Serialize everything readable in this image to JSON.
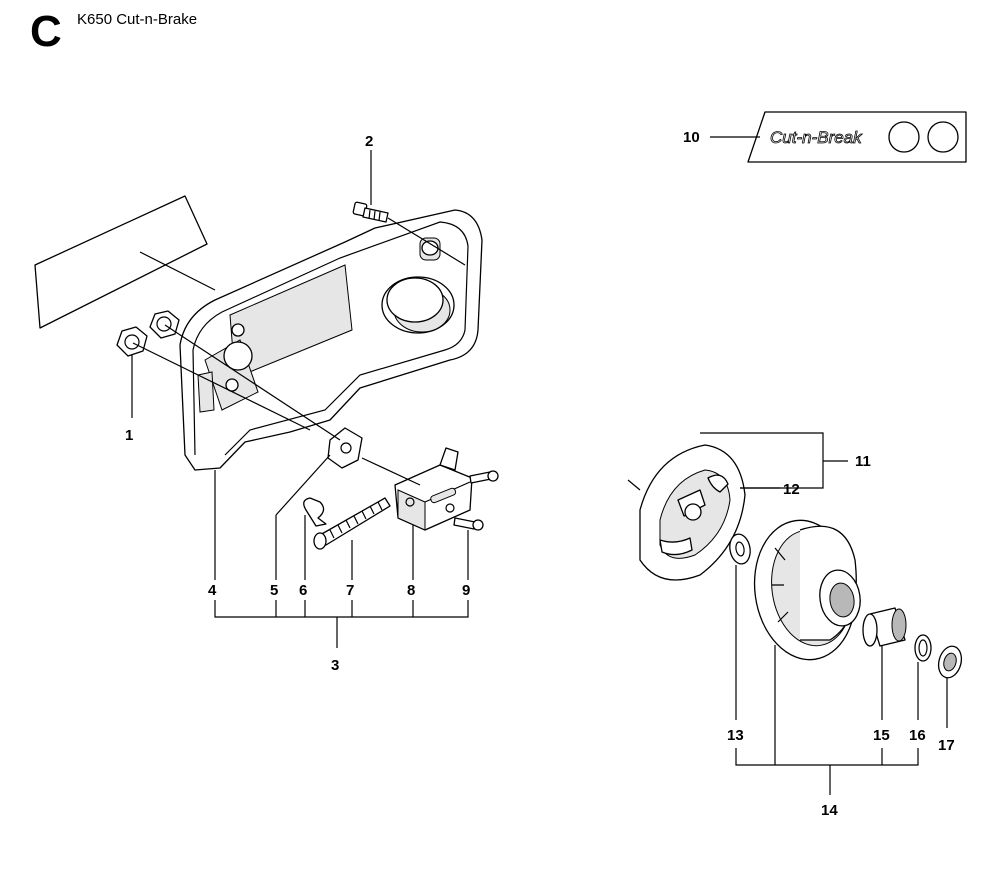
{
  "header": {
    "section_letter": "C",
    "title": "K650 Cut-n-Brake"
  },
  "decal": {
    "text": "Cut-n-Break"
  },
  "callouts": {
    "c1": "1",
    "c2": "2",
    "c3": "3",
    "c4": "4",
    "c5": "5",
    "c6": "6",
    "c7": "7",
    "c8": "8",
    "c9": "9",
    "c10": "10",
    "c11": "11",
    "c12": "12",
    "c13": "13",
    "c14": "14",
    "c15": "15",
    "c16": "16",
    "c17": "17"
  }
}
